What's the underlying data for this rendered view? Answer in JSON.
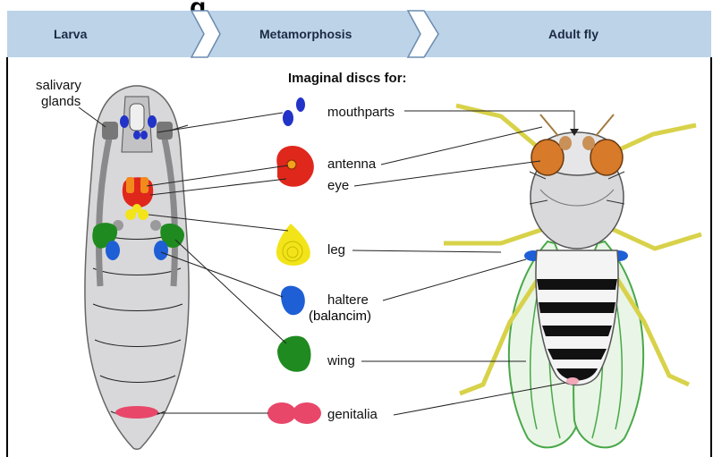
{
  "top_fragment": "g",
  "stages": [
    "Larva",
    "Metamorphosis",
    "Adult fly"
  ],
  "heading": "Imaginal discs for:",
  "left_label": [
    "salivary",
    "glands"
  ],
  "discs": [
    {
      "label": "mouthparts",
      "color": "#2233c8"
    },
    {
      "label": "antenna",
      "color": "#e0271c"
    },
    {
      "label": "eye",
      "color": "#e0271c"
    },
    {
      "label": "leg",
      "color": "#f2e419"
    },
    {
      "label": "haltere",
      "color": "#1e5fd6"
    },
    {
      "label": "wing",
      "color": "#1f8a1f"
    },
    {
      "label": "genitalia",
      "color": "#e8476a"
    }
  ],
  "translation_note": "(balancim)",
  "colors": {
    "header_bg": "#bcd3e8",
    "larva_body": "#d8d8da",
    "adult_eye": "#d77a2a",
    "adult_wing_vein": "#49a849",
    "adult_leg": "#d8d24a"
  }
}
